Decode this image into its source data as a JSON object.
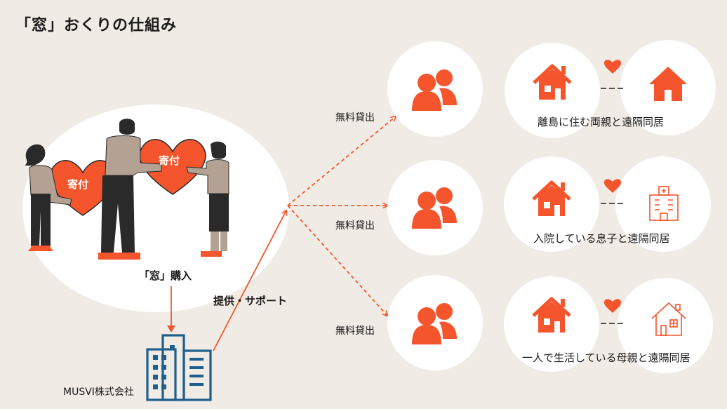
{
  "title": "「窓」おくりの仕組み",
  "hearts": [
    "寄付",
    "寄付"
  ],
  "purchase_label": "「窓」購入",
  "support_label": "提供・サポート",
  "company_label": "MUSVI株式会社",
  "rows": [
    {
      "loan_label": "無料貸出",
      "caption": "離島に住む両親と遠隔同居",
      "destination": "house"
    },
    {
      "loan_label": "無料貸出",
      "caption": "入院している息子と遠隔同居",
      "destination": "hospital"
    },
    {
      "loan_label": "無料貸出",
      "caption": "一人で生活している母親と遠隔同居",
      "destination": "house-outline"
    }
  ],
  "colors": {
    "accent": "#f4552c",
    "background": "#f0ebe5",
    "circle": "#ffffff",
    "building": "#1f5f8b",
    "text": "#1a1a1a"
  }
}
